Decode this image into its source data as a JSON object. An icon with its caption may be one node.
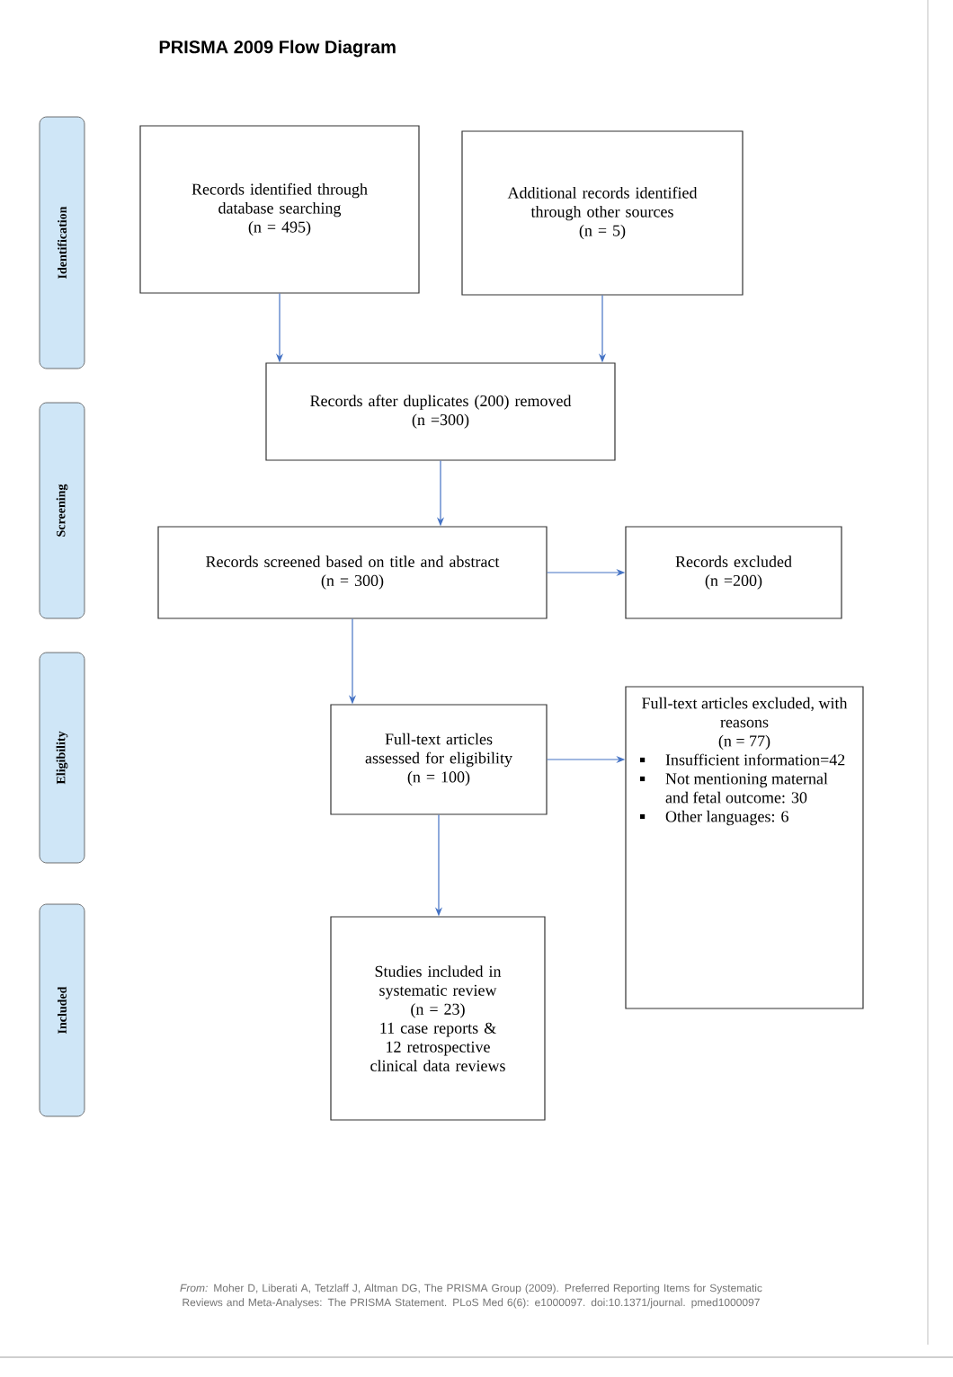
{
  "diagram": {
    "title": "PRISMA 2009 Flow Diagram",
    "caption": "*From:* Moher D, Liberati A, Tetzlaff J, Altman DG, The PRISMA Group (2009). Preferred Reporting Items for Systematic Reviews and Meta-Analyses: The PRISMA Statement. PLoS Med 6(6): e1000097. doi:10.1371/journal. pmed1000097",
    "nodes": [
      {
        "text": [
          "Identification"
        ]
      },
      {
        "text": [
          "Screening"
        ]
      },
      {
        "text": [
          "Eligibility"
        ]
      },
      {
        "text": [
          "Included"
        ]
      },
      {
        "text": [
          "Records identified through database searching",
          "(n = 495)"
        ]
      },
      {
        "text": [
          "Additional records identified through other sources",
          "(n = 5)"
        ]
      },
      {
        "text": [
          "Records after duplicates (200) removed",
          "(n =300)"
        ]
      },
      {
        "text": [
          "Records screened based on title and abstract",
          "(n = 300)"
        ]
      },
      {
        "text": [
          "Records excluded",
          "(n =200)"
        ]
      },
      {
        "text": [
          "Full-text articles assessed for eligibility",
          "(n = 100)"
        ]
      },
      {
        "text": [
          "Full-text articles excluded, with reasons",
          "(n = 77)",
          "Insufficient information=42",
          "Not mentioning maternal and fetal outcome: 30",
          "Other languages: 6"
        ]
      },
      {
        "text": [
          "Studies included in systematic review",
          "(n = 23)",
          "11 case reports & 12 retrospective clinical data reviews"
        ]
      }
    ],
    "edges": [
      {
        "from": 4,
        "to": 6,
        "arrow": "to"
      },
      {
        "from": 5,
        "to": 6,
        "arrow": "to"
      },
      {
        "from": 6,
        "to": 7,
        "arrow": "to"
      },
      {
        "from": 7,
        "to": 8,
        "arrow": "to"
      },
      {
        "from": 7,
        "to": 9,
        "arrow": "to"
      },
      {
        "from": 9,
        "to": 10,
        "arrow": "to"
      },
      {
        "from": 9,
        "to": 11,
        "arrow": "to"
      }
    ]
  }
}
